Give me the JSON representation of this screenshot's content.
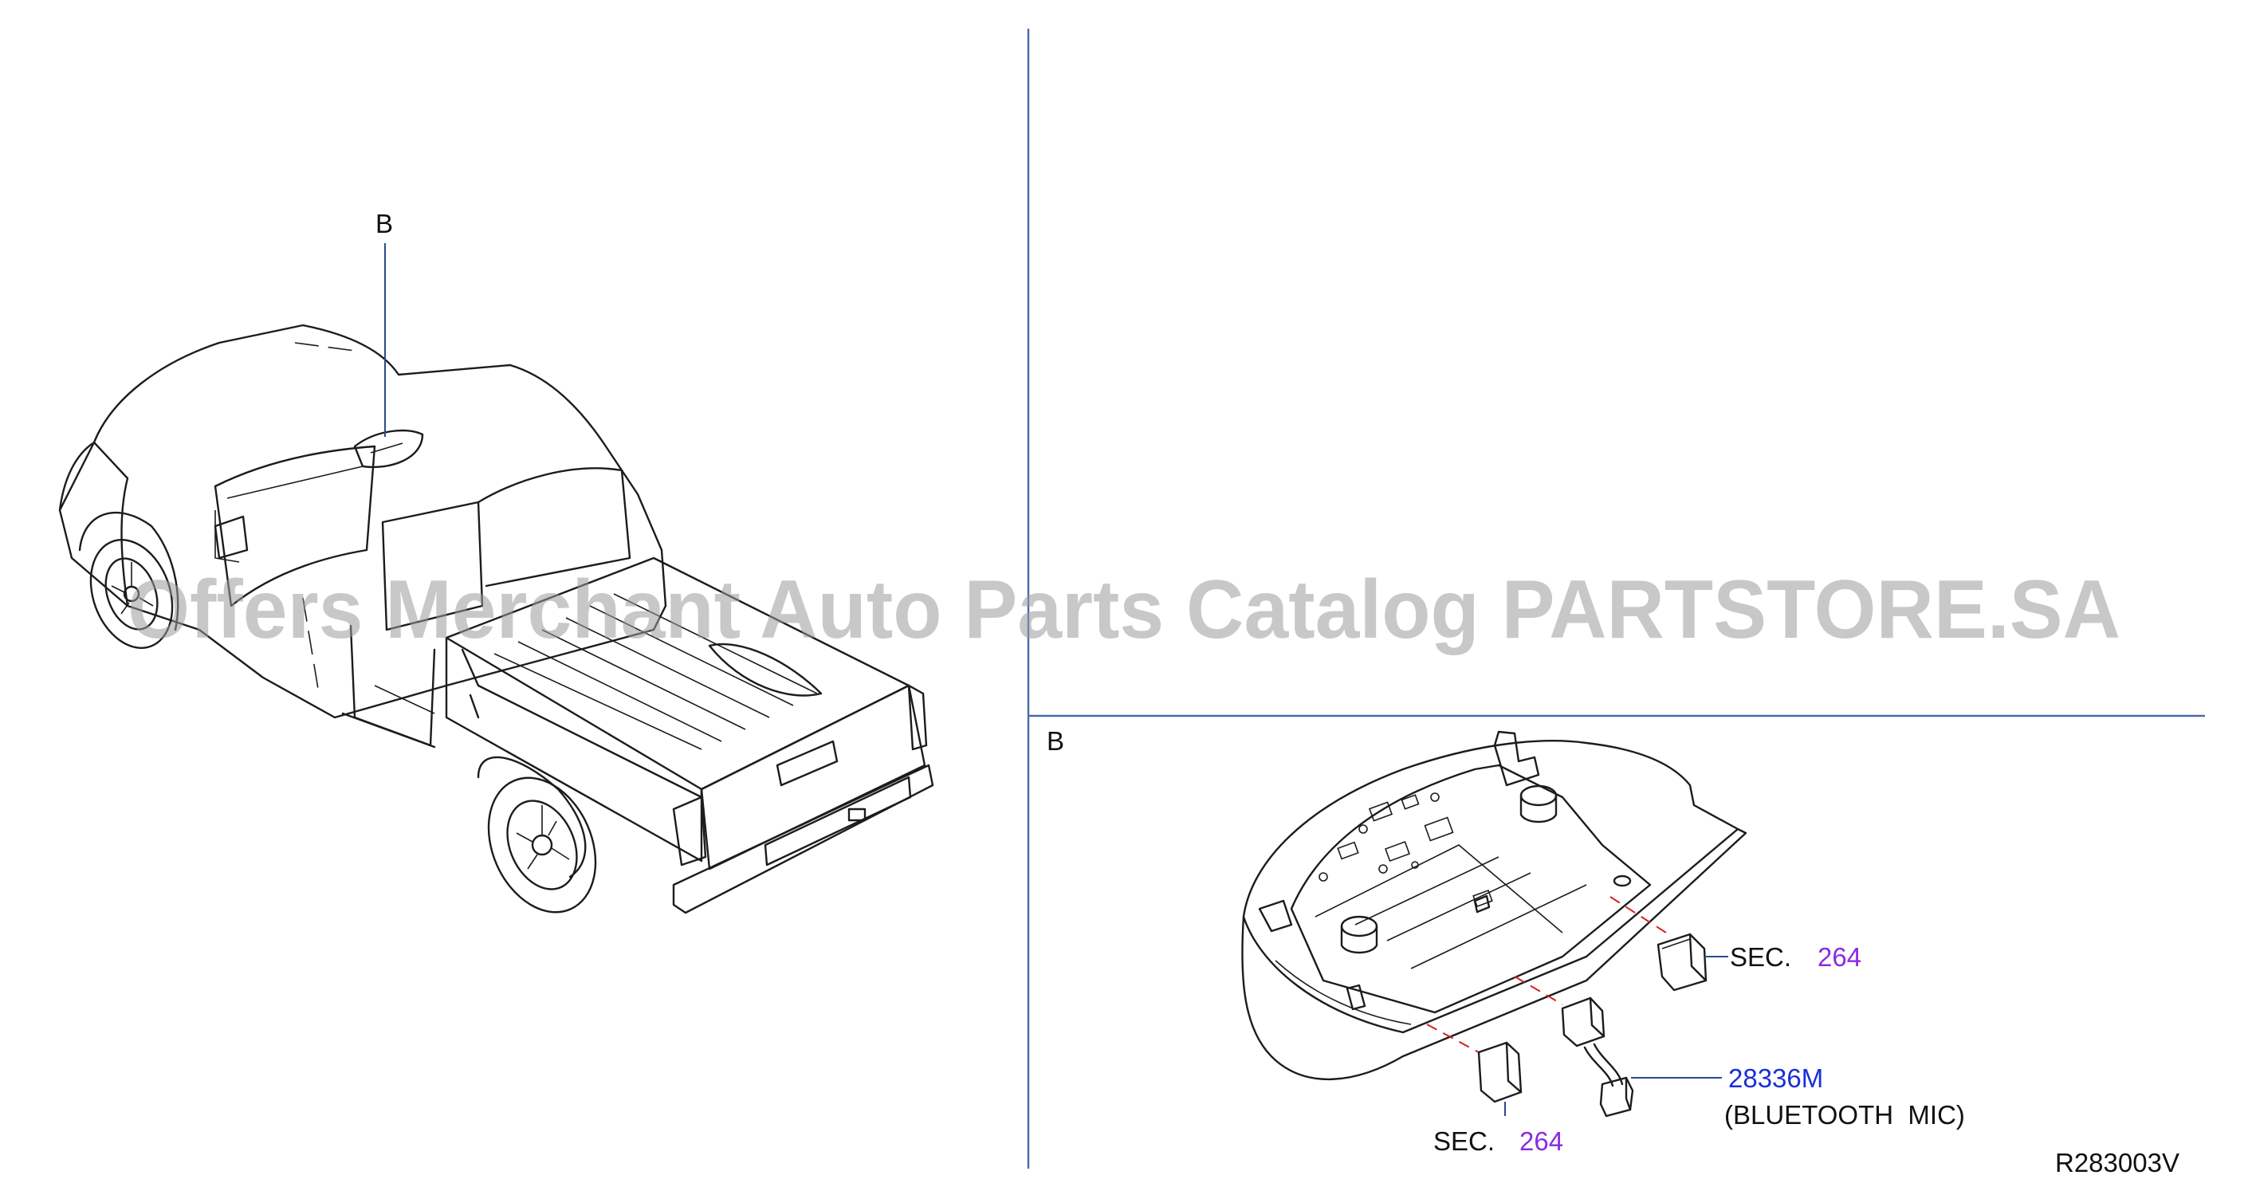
{
  "views": {
    "vehicle_view_label": "B",
    "detail_view_label": "B"
  },
  "callouts": {
    "sec_upper": {
      "prefix": "SEC.",
      "number": "264"
    },
    "sec_lower": {
      "prefix": "SEC.",
      "number": "264"
    },
    "part": {
      "number": "28336M",
      "description": "(BLUETOOTH  MIC)"
    }
  },
  "drawing_id": "R283003V",
  "watermark": "Offers Merchant Auto Parts Catalog PARTSTORE.SA",
  "colors": {
    "divider": "#4b6aa8",
    "part_link": "#1a2fd6",
    "section_link": "#8a2be2",
    "hidden_line": "#d62020"
  }
}
